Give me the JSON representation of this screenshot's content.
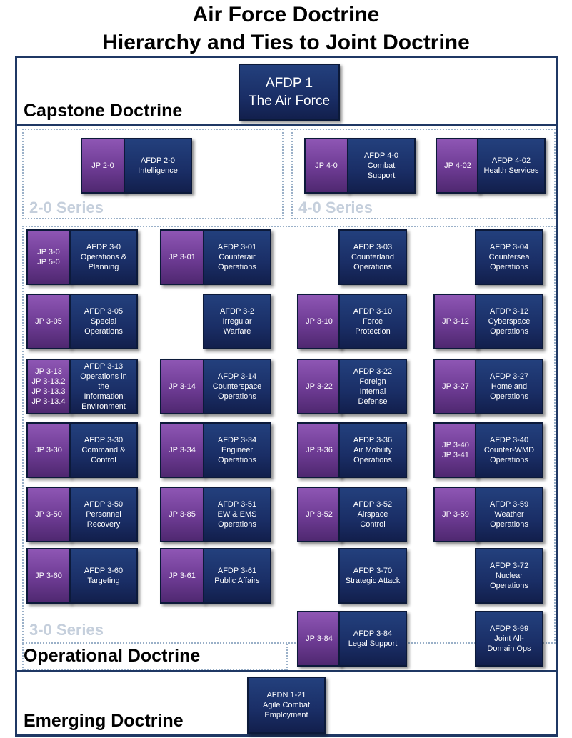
{
  "title": {
    "line1": "Air Force Doctrine",
    "line2": "Hierarchy and Ties to Joint Doctrine"
  },
  "sections": {
    "capstone": "Capstone Doctrine",
    "operational": "Operational Doctrine",
    "emerging": "Emerging Doctrine"
  },
  "series": {
    "s2": "2-0 Series",
    "s4": "4-0 Series",
    "s3": "3-0 Series"
  },
  "capstone": "AFDP 1\nThe Air Force",
  "emerging_docs": [
    "AFDN 1-21\nAgile Combat\nEmployment"
  ],
  "jp": [
    "JP 2-0",
    "JP 4-0",
    "JP 4-02",
    "JP 3-0\nJP 5-0",
    "JP 3-01",
    "JP 3-05",
    "JP 3-10",
    "JP 3-12",
    "JP 3-13\nJP 3-13.2\nJP 3-13.3\nJP 3-13.4",
    "JP 3-14",
    "JP 3-22",
    "JP 3-27",
    "JP 3-30",
    "JP 3-34",
    "JP 3-36",
    "JP 3-40\nJP 3-41",
    "JP 3-50",
    "JP 3-85",
    "JP 3-52",
    "JP 3-59",
    "JP 3-60",
    "JP 3-61",
    "JP 3-84"
  ],
  "afdp": [
    "AFDP 2-0\nIntelligence",
    "AFDP 4-0\nCombat\nSupport",
    "AFDP 4-02\nHealth Services",
    "AFDP 3-0\nOperations &\nPlanning",
    "AFDP 3-01\nCounterair\nOperations",
    "AFDP 3-03\nCounterland\nOperations",
    "AFDP 3-04\nCountersea\nOperations",
    "AFDP 3-05\nSpecial\nOperations",
    "AFDP 3-2\nIrregular\nWarfare",
    "AFDP 3-10\nForce\nProtection",
    "AFDP 3-12\nCyberspace\nOperations",
    "AFDP 3-13\nOperations in\nthe\nInformation\nEnvironment",
    "AFDP 3-14\nCounterspace\nOperations",
    "AFDP 3-22\nForeign\nInternal\nDefense",
    "AFDP 3-27\nHomeland\nOperations",
    "AFDP 3-30\nCommand &\nControl",
    "AFDP 3-34\nEngineer\nOperations",
    "AFDP 3-36\nAir Mobility\nOperations",
    "AFDP 3-40\nCounter-WMD\nOperations",
    "AFDP 3-50\nPersonnel\nRecovery",
    "AFDP 3-51\nEW & EMS\nOperations",
    "AFDP 3-52\nAirspace\nControl",
    "AFDP 3-59\nWeather\nOperations",
    "AFDP 3-60\nTargeting",
    "AFDP 3-61\nPublic Affairs",
    "AFDP 3-70\nStrategic Attack",
    "AFDP 3-72\nNuclear\nOperations",
    "AFDP 3-84\nLegal Support",
    "AFDP 3-99\nJoint All-\nDomain Ops"
  ]
}
